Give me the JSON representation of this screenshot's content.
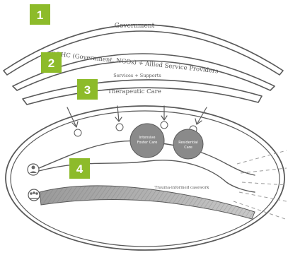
{
  "layers": {
    "government": {
      "badge": "1",
      "label": "Government"
    },
    "providers": {
      "badge": "2",
      "label": "OOHC (Government, NGOs) + Allied Service Providers",
      "sublabel": "Services + Supports"
    },
    "therapeutic": {
      "badge": "3",
      "label": "Therapeutic Care"
    },
    "journey": {
      "badge": "4"
    }
  },
  "care_nodes": [
    {
      "label_line1": "Intensive",
      "label_line2": "Foster Care"
    },
    {
      "label_line1": "Residential",
      "label_line2": "Care"
    }
  ],
  "casework_label": "Trauma-informed casework",
  "colors": {
    "badge": "#8dbb2a",
    "line": "#5a5a5a",
    "band": "#d9d9d9",
    "node": "#8a8a8a"
  }
}
